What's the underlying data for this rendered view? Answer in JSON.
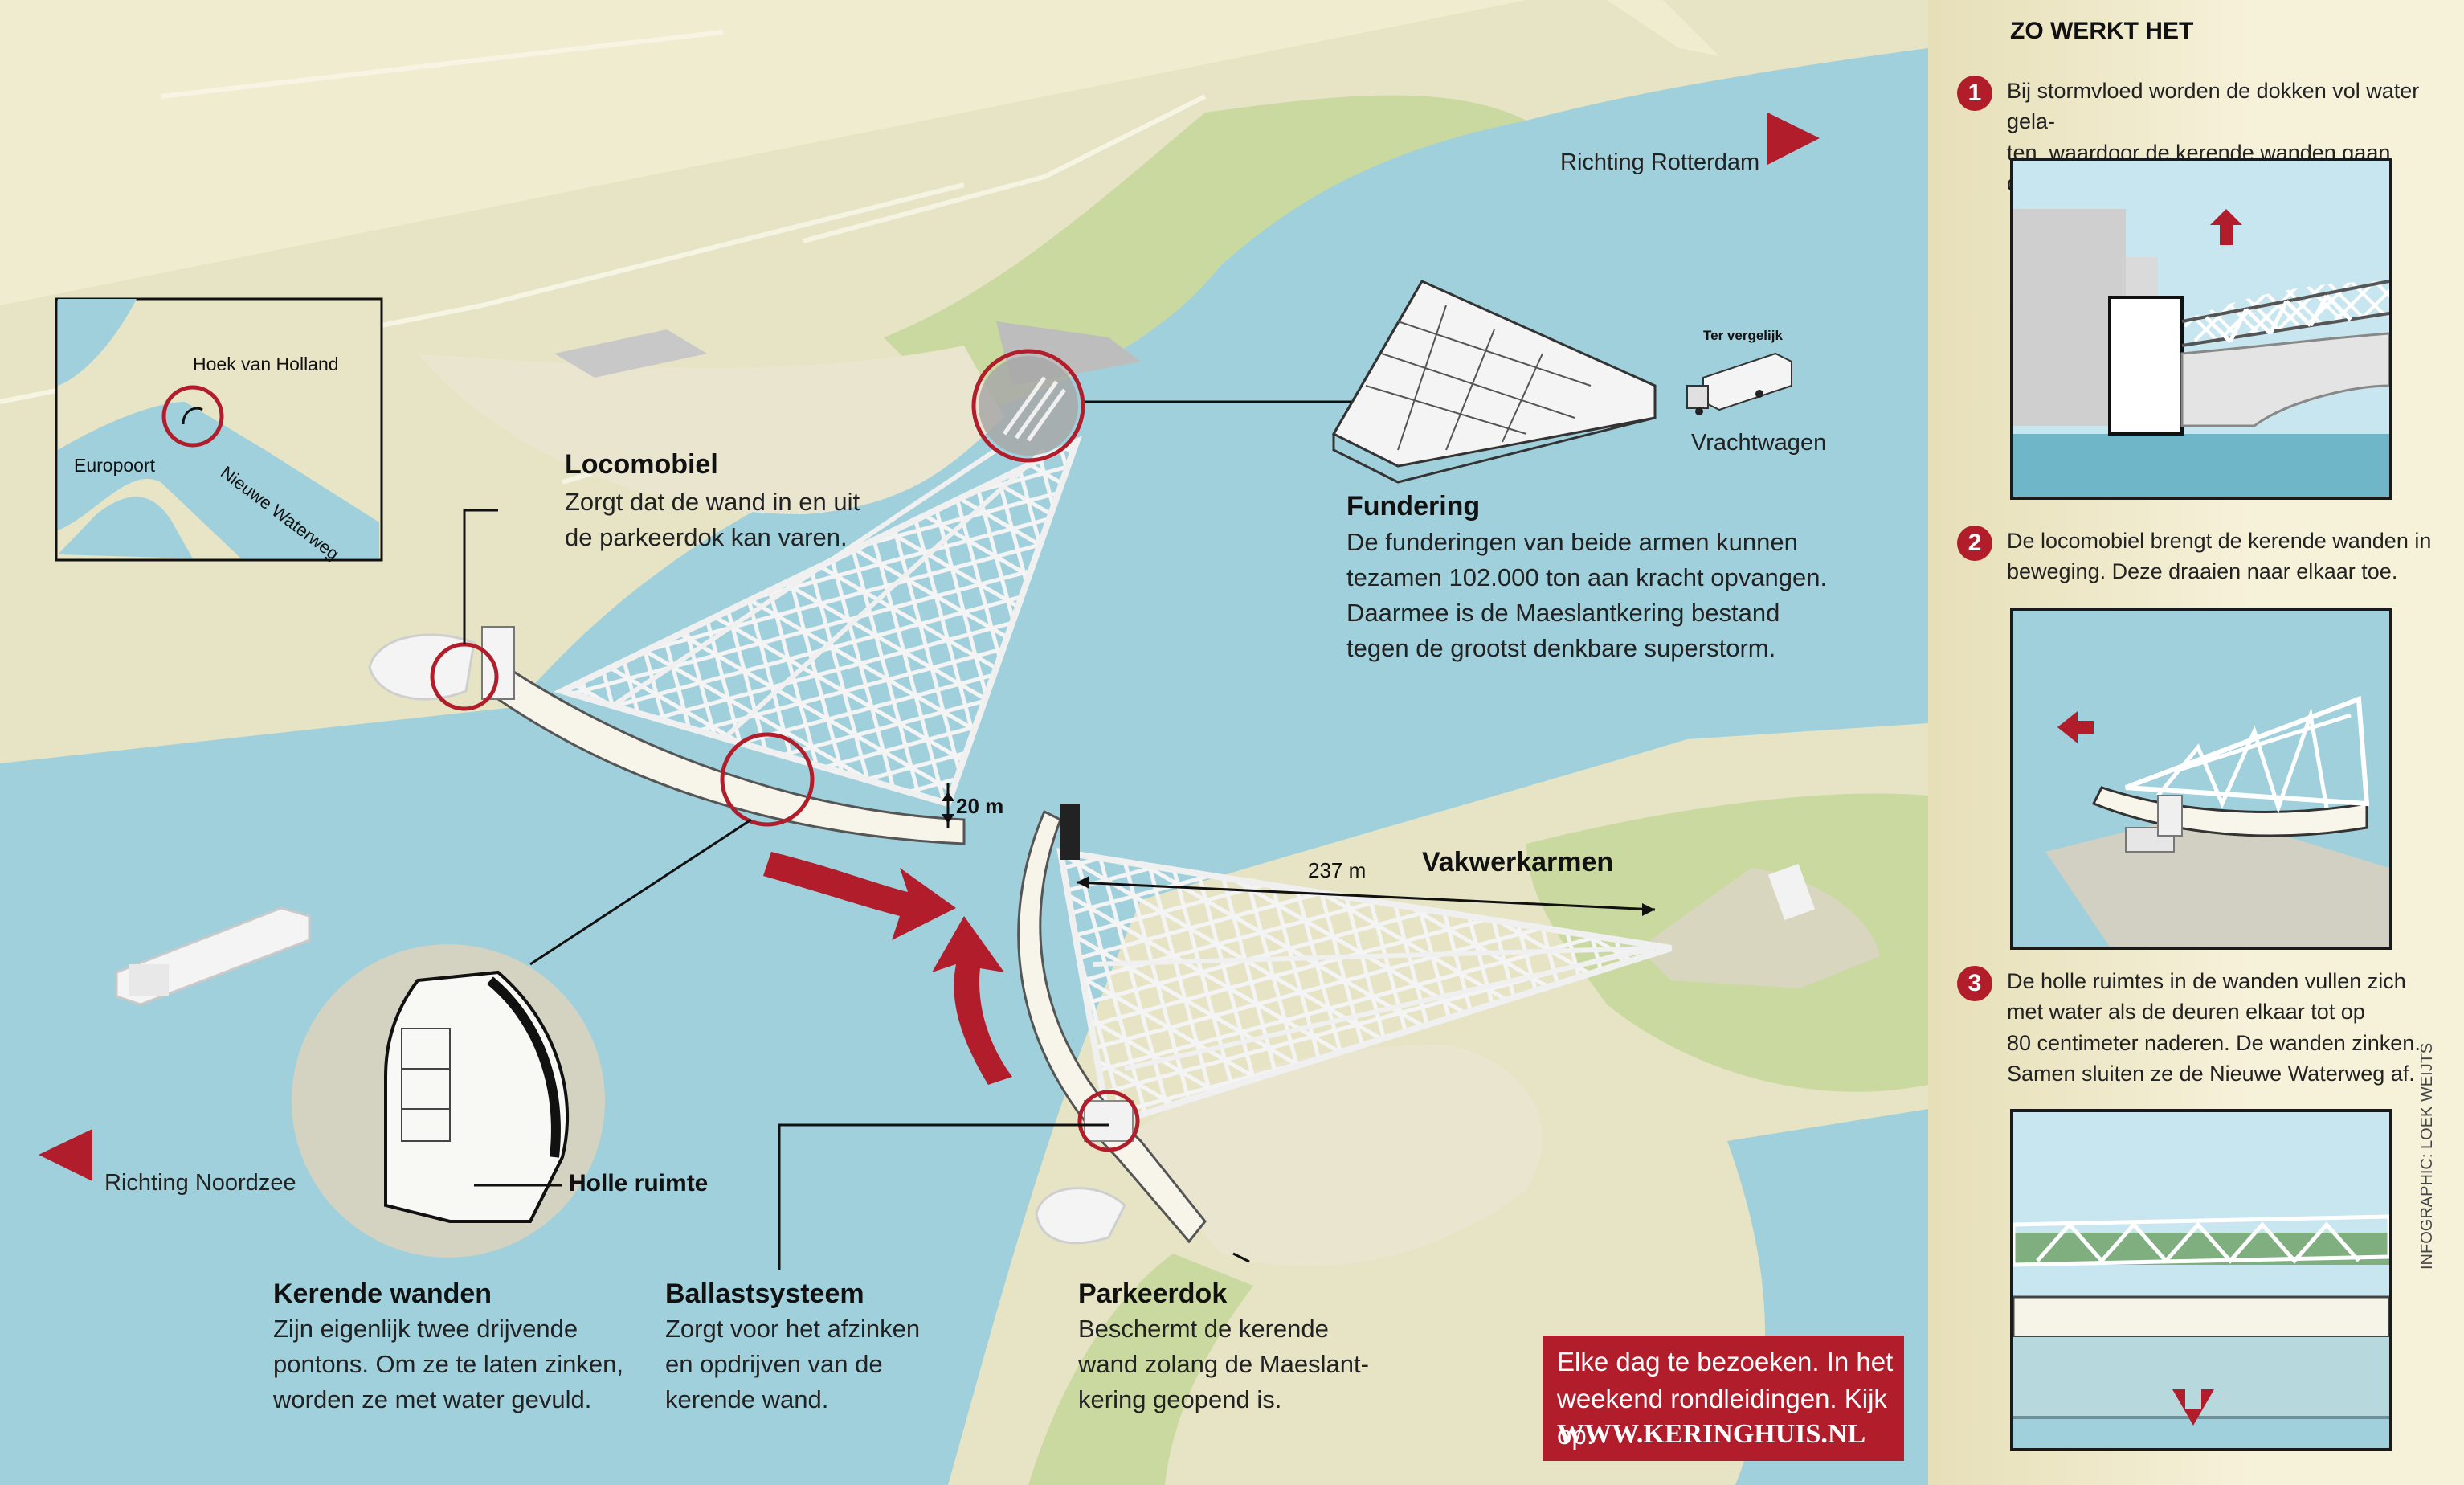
{
  "route": {
    "rotterdam": "Richting Rotterdam",
    "noordzee": "Richting Noordzee"
  },
  "inset_map": {
    "hoek": "Hoek van Holland",
    "europoort": "Europoort",
    "waterweg": "Nieuwe Waterweg"
  },
  "parts": {
    "locomobiel": {
      "title": "Locomobiel",
      "desc": "Zorgt dat de wand in en uit\nde parkeerdok kan varen."
    },
    "fundering": {
      "title": "Fundering",
      "desc": "De funderingen van beide armen kunnen\ntezamen 102.000 ton aan kracht opvangen.\nDaarmee is de Maeslantkering bestand\ntegen de grootst denkbare superstorm."
    },
    "compare_label": "Ter vergelijk",
    "truck_label": "Vrachtwagen",
    "wall_height": "20 m",
    "arm_length": "237 m",
    "vakwerkarmen": "Vakwerkarmen",
    "holle_ruimte": "Holle ruimte",
    "kerende": {
      "title": "Kerende wanden",
      "desc": "Zijn eigenlijk twee drijvende\npontons. Om ze te laten zinken,\nworden ze met water gevuld."
    },
    "ballast": {
      "title": "Ballastsysteem",
      "desc": "Zorgt voor het afzinken\nen opdrijven van de\nkerende wand."
    },
    "parkeerdok": {
      "title": "Parkeerdok",
      "desc": "Beschermt de kerende\nwand zolang de Maeslant-\nkering geopend is."
    }
  },
  "visit": {
    "text": "Elke dag te bezoeken. In het\nweekend rondleidingen. Kijk op:",
    "url": "WWW.KERINGHUIS.NL"
  },
  "panel": {
    "heading": "ZO WERKT HET",
    "steps": [
      {
        "num": "1",
        "text": "Bij stormvloed worden de dokken vol water gela-\nten, waardoor de kerende wanden gaan drijven."
      },
      {
        "num": "2",
        "text": "De locomobiel brengt de kerende wanden in\nbeweging. Deze draaien naar elkaar toe."
      },
      {
        "num": "3",
        "text": "De holle ruimtes in de wanden vullen zich\nmet water als de deuren elkaar tot op\n80 centimeter naderen. De wanden zinken.\nSamen sluiten ze de Nieuwe Waterweg af."
      }
    ],
    "credit": "INFOGRAPHIC: LOEK WEIJTS"
  },
  "colors": {
    "water": "#9fd0dc",
    "land": "#e6e4c4",
    "grass": "#c9d9a0",
    "accent": "#b11d2b"
  }
}
